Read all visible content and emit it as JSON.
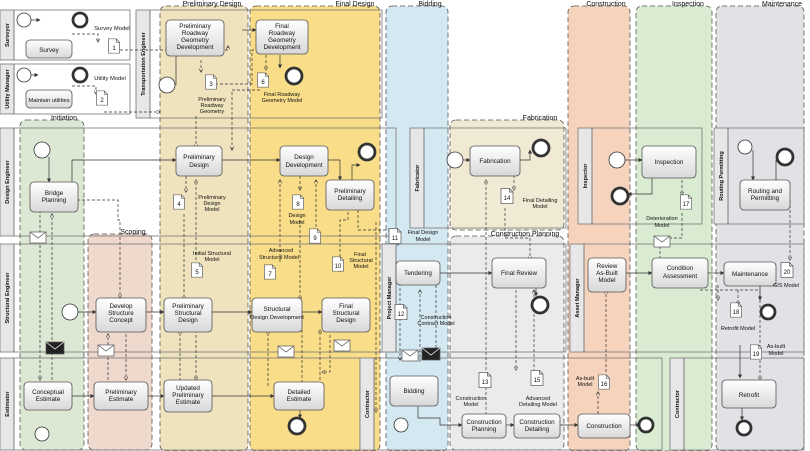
{
  "phases": {
    "preliminary_design": "Preliminary Design",
    "final_design": "Final Design",
    "bidding": "Bidding",
    "construction": "Construction",
    "inspection": "Inspection",
    "maintenance": "Maintenance",
    "initiation": "Initiation",
    "scoping": "Scoping",
    "fabrication": "Fabrication",
    "construction_planning": "Construction Planning"
  },
  "lanes": {
    "surveyor": "Surveyor",
    "utility_manager": "Utility Manager",
    "transportation_engineer": "Transportation Engineer",
    "design_engineer": "Design Engineer",
    "structural_engineer": "Structural Engineer",
    "estimator": "Estimator",
    "fabricator": "Fabricator",
    "project_manager": "Project Manager",
    "contractor_mid": "Contractor",
    "contractor_bottom": "Contractor",
    "inspector": "Inspector",
    "routing_permitting": "Routing Permitting",
    "asset_manager": "Asset Manager"
  },
  "tasks": {
    "survey": "Survey",
    "maintain_utilities": "Maintain utilities",
    "prelim_roadway_1": "Preliminary",
    "prelim_roadway_2": "Roadway",
    "prelim_roadway_3": "Geometry",
    "prelim_roadway_4": "Development",
    "final_roadway_1": "Final",
    "final_roadway_2": "Roadway",
    "final_roadway_3": "Geometry",
    "final_roadway_4": "Development",
    "bridge_planning_1": "Bridge",
    "bridge_planning_2": "Planning",
    "preliminary_design_1": "Preliminary",
    "preliminary_design_2": "Design",
    "design_development_1": "Design",
    "design_development_2": "Development",
    "preliminary_detailing_1": "Preliminary",
    "preliminary_detailing_2": "Detailing",
    "develop_structure_1": "Develop",
    "develop_structure_2": "Structure",
    "develop_structure_3": "Concept",
    "prelim_structural_1": "Preliminary",
    "prelim_structural_2": "Structural",
    "prelim_structural_3": "Design",
    "structural_design_dev_1": "Structural",
    "structural_design_dev_2": "Design Development",
    "final_structural_1": "Final",
    "final_structural_2": "Structural",
    "final_structural_3": "Design",
    "conceptual_estimate_1": "Conceptual",
    "conceptual_estimate_2": "Estimate",
    "preliminary_estimate_1": "Preliminary",
    "preliminary_estimate_2": "Estimate",
    "updated_estimate_1": "Updated",
    "updated_estimate_2": "Preliminary",
    "updated_estimate_3": "Estimate",
    "detailed_estimate_1": "Detailed",
    "detailed_estimate_2": "Estimate",
    "fabrication": "Fabrication",
    "tendering": "Tendering",
    "final_review": "Final Review",
    "bidding": "Bidding",
    "construction_planning_1": "Construction",
    "construction_planning_2": "Planning",
    "construction_detailing_1": "Construction",
    "construction_detailing_2": "Detailing",
    "construction": "Construction",
    "inspection": "Inspection",
    "review_asbuilt_1": "Review",
    "review_asbuilt_2": "As-Built",
    "review_asbuilt_3": "Model",
    "condition_assessment_1": "Condition",
    "condition_assessment_2": "Assessment",
    "maintenance": "Maintenance",
    "routing_permitting_1": "Routing and",
    "routing_permitting_2": "Permitting",
    "retrofit": "Retrofit"
  },
  "models": {
    "m1": {
      "num": "1",
      "l1": "Survey Model",
      "l2": ""
    },
    "m2": {
      "num": "2",
      "l1": "Utility Model",
      "l2": ""
    },
    "m3": {
      "num": "3",
      "l1": "Preliminary",
      "l2": "Roadway",
      "l3": "Geometry"
    },
    "m4": {
      "num": "4",
      "l1": "Preliminary",
      "l2": "Design",
      "l3": "Model"
    },
    "m5": {
      "num": "5",
      "l1": "Initial Structural",
      "l2": "Model"
    },
    "m6": {
      "num": "6",
      "l1": "Final Roadway",
      "l2": "Geometry Model"
    },
    "m7": {
      "num": "7",
      "l1": "Advanced",
      "l2": "Structural Model"
    },
    "m8": {
      "num": "8",
      "l1": "Design",
      "l2": "Model"
    },
    "m9": {
      "num": "9"
    },
    "m10": {
      "num": "10",
      "l1": "Final",
      "l2": "Structural",
      "l3": "Model"
    },
    "m11": {
      "num": "11",
      "l1": "Final Design",
      "l2": "Model"
    },
    "m12": {
      "num": "12",
      "l1": "Construction",
      "l2": "Contract Model"
    },
    "m13": {
      "num": "13",
      "l1": "Construction",
      "l2": "Model"
    },
    "m14": {
      "num": "14",
      "l1": "Final Detailing",
      "l2": "Model"
    },
    "m15": {
      "num": "15",
      "l1": "Advanced",
      "l2": "Detailing Model"
    },
    "m16": {
      "num": "16",
      "l1": "As-built",
      "l2": "Model"
    },
    "m17": {
      "num": "17",
      "l1": "Deterioration",
      "l2": "Model"
    },
    "m18": {
      "num": "18",
      "l1": "Retrofit Model"
    },
    "m19": {
      "num": "19",
      "l1": "As-built",
      "l2": "Model"
    },
    "m20": {
      "num": "20",
      "l1": "GIS Model"
    }
  },
  "colors": {
    "preliminary_design": "#e8d9a6",
    "final_design": "#f7d56b",
    "bidding": "#d4e8f2",
    "construction": "#f5cbb1",
    "inspection": "#d9ecd2",
    "maintenance": "#e1e1e6",
    "initiation": "#d6e3cd",
    "scoping": "#ecd1c3"
  }
}
